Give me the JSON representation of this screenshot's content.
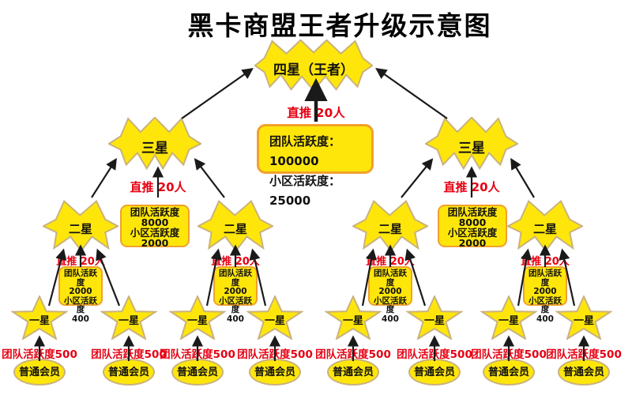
{
  "title": "黑卡商盟王者升级示意图",
  "levels": {
    "four_star": {
      "label": "四星（王者）"
    },
    "three_star": {
      "label": "三星"
    },
    "two_star": {
      "label": "二星"
    },
    "one_star": {
      "label": "一星"
    },
    "member": {
      "label": "普通会员"
    }
  },
  "annotations": {
    "direct_push": "直推 20人",
    "member_activity": "团队活跃度500"
  },
  "requirement_boxes": {
    "king": {
      "lines": [
        "团队活跃度：100000",
        "小区活跃度：25000"
      ]
    },
    "three_star": {
      "lines": [
        "团队活跃度",
        "8000",
        "小区活跃度",
        "2000"
      ]
    },
    "two_star": {
      "lines": [
        "团队活跃度",
        "2000",
        "小区活跃度",
        "400"
      ]
    }
  },
  "colors": {
    "node_fill": "#FFE60A",
    "node_border": "#C9B27C",
    "box_border": "#F0A12C",
    "accent_red": "#E60012",
    "arrow_black": "#1A1A1A"
  }
}
